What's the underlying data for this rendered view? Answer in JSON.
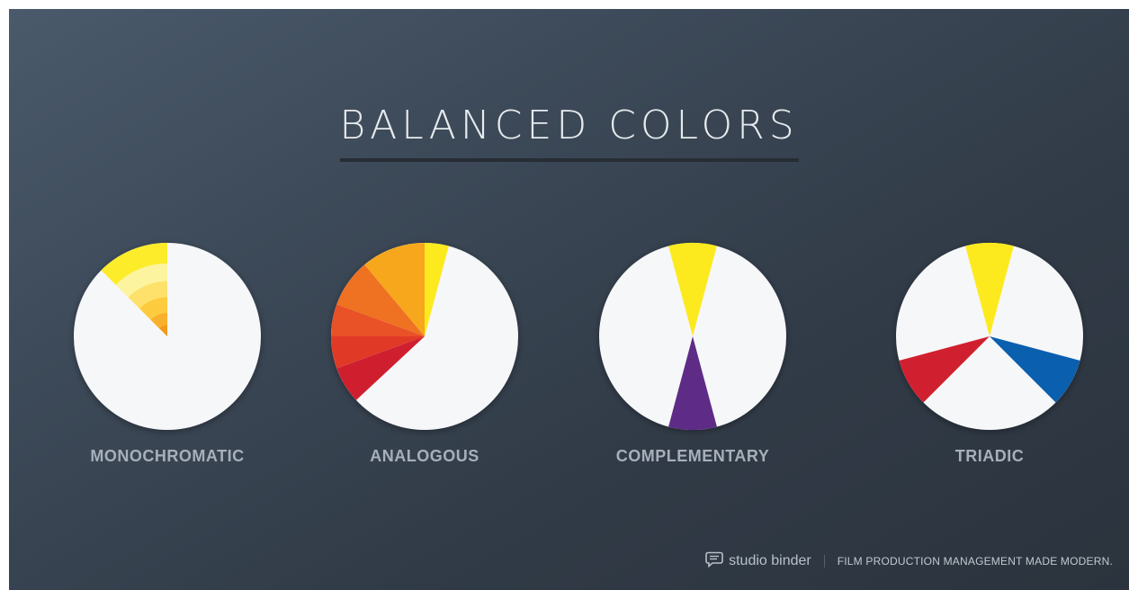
{
  "title": "BALANCED COLORS",
  "wheels": [
    {
      "label": "MONOCHROMATIC",
      "segments": [
        {
          "from": -45,
          "to": 0,
          "color": "#fdec2a"
        }
      ],
      "rings": [
        {
          "fraction": 0.78,
          "color": "#fdf4a0"
        },
        {
          "fraction": 0.59,
          "color": "#fde16a"
        },
        {
          "fraction": 0.42,
          "color": "#fccc3e"
        },
        {
          "fraction": 0.25,
          "color": "#f8b12c"
        },
        {
          "fraction": 0.12,
          "color": "#f09a20"
        }
      ]
    },
    {
      "label": "ANALOGOUS",
      "segments": [
        {
          "from": 0,
          "to": 15,
          "color": "#fcea1f"
        },
        {
          "from": -40,
          "to": 0,
          "color": "#f7a71c"
        },
        {
          "from": -70,
          "to": -40,
          "color": "#ee7222"
        },
        {
          "from": -90,
          "to": -70,
          "color": "#e95126"
        },
        {
          "from": -110,
          "to": -90,
          "color": "#e03a27"
        },
        {
          "from": -133,
          "to": -110,
          "color": "#cf1f2f"
        }
      ]
    },
    {
      "label": "COMPLEMENTARY",
      "segments": [
        {
          "from": -15,
          "to": 15,
          "color": "#fcea1f"
        },
        {
          "from": 165,
          "to": 195,
          "color": "#5e2b86"
        }
      ]
    },
    {
      "label": "TRIADIC",
      "segments": [
        {
          "from": -15,
          "to": 15,
          "color": "#fcea1f"
        },
        {
          "from": 105,
          "to": 135,
          "color": "#0b5faf"
        },
        {
          "from": -135,
          "to": -105,
          "color": "#d0202f"
        }
      ]
    }
  ],
  "wheel_color": "#f6f7f9",
  "footer": {
    "brand": "studio binder",
    "tagline": "FILM PRODUCTION MANAGEMENT MADE MODERN."
  }
}
